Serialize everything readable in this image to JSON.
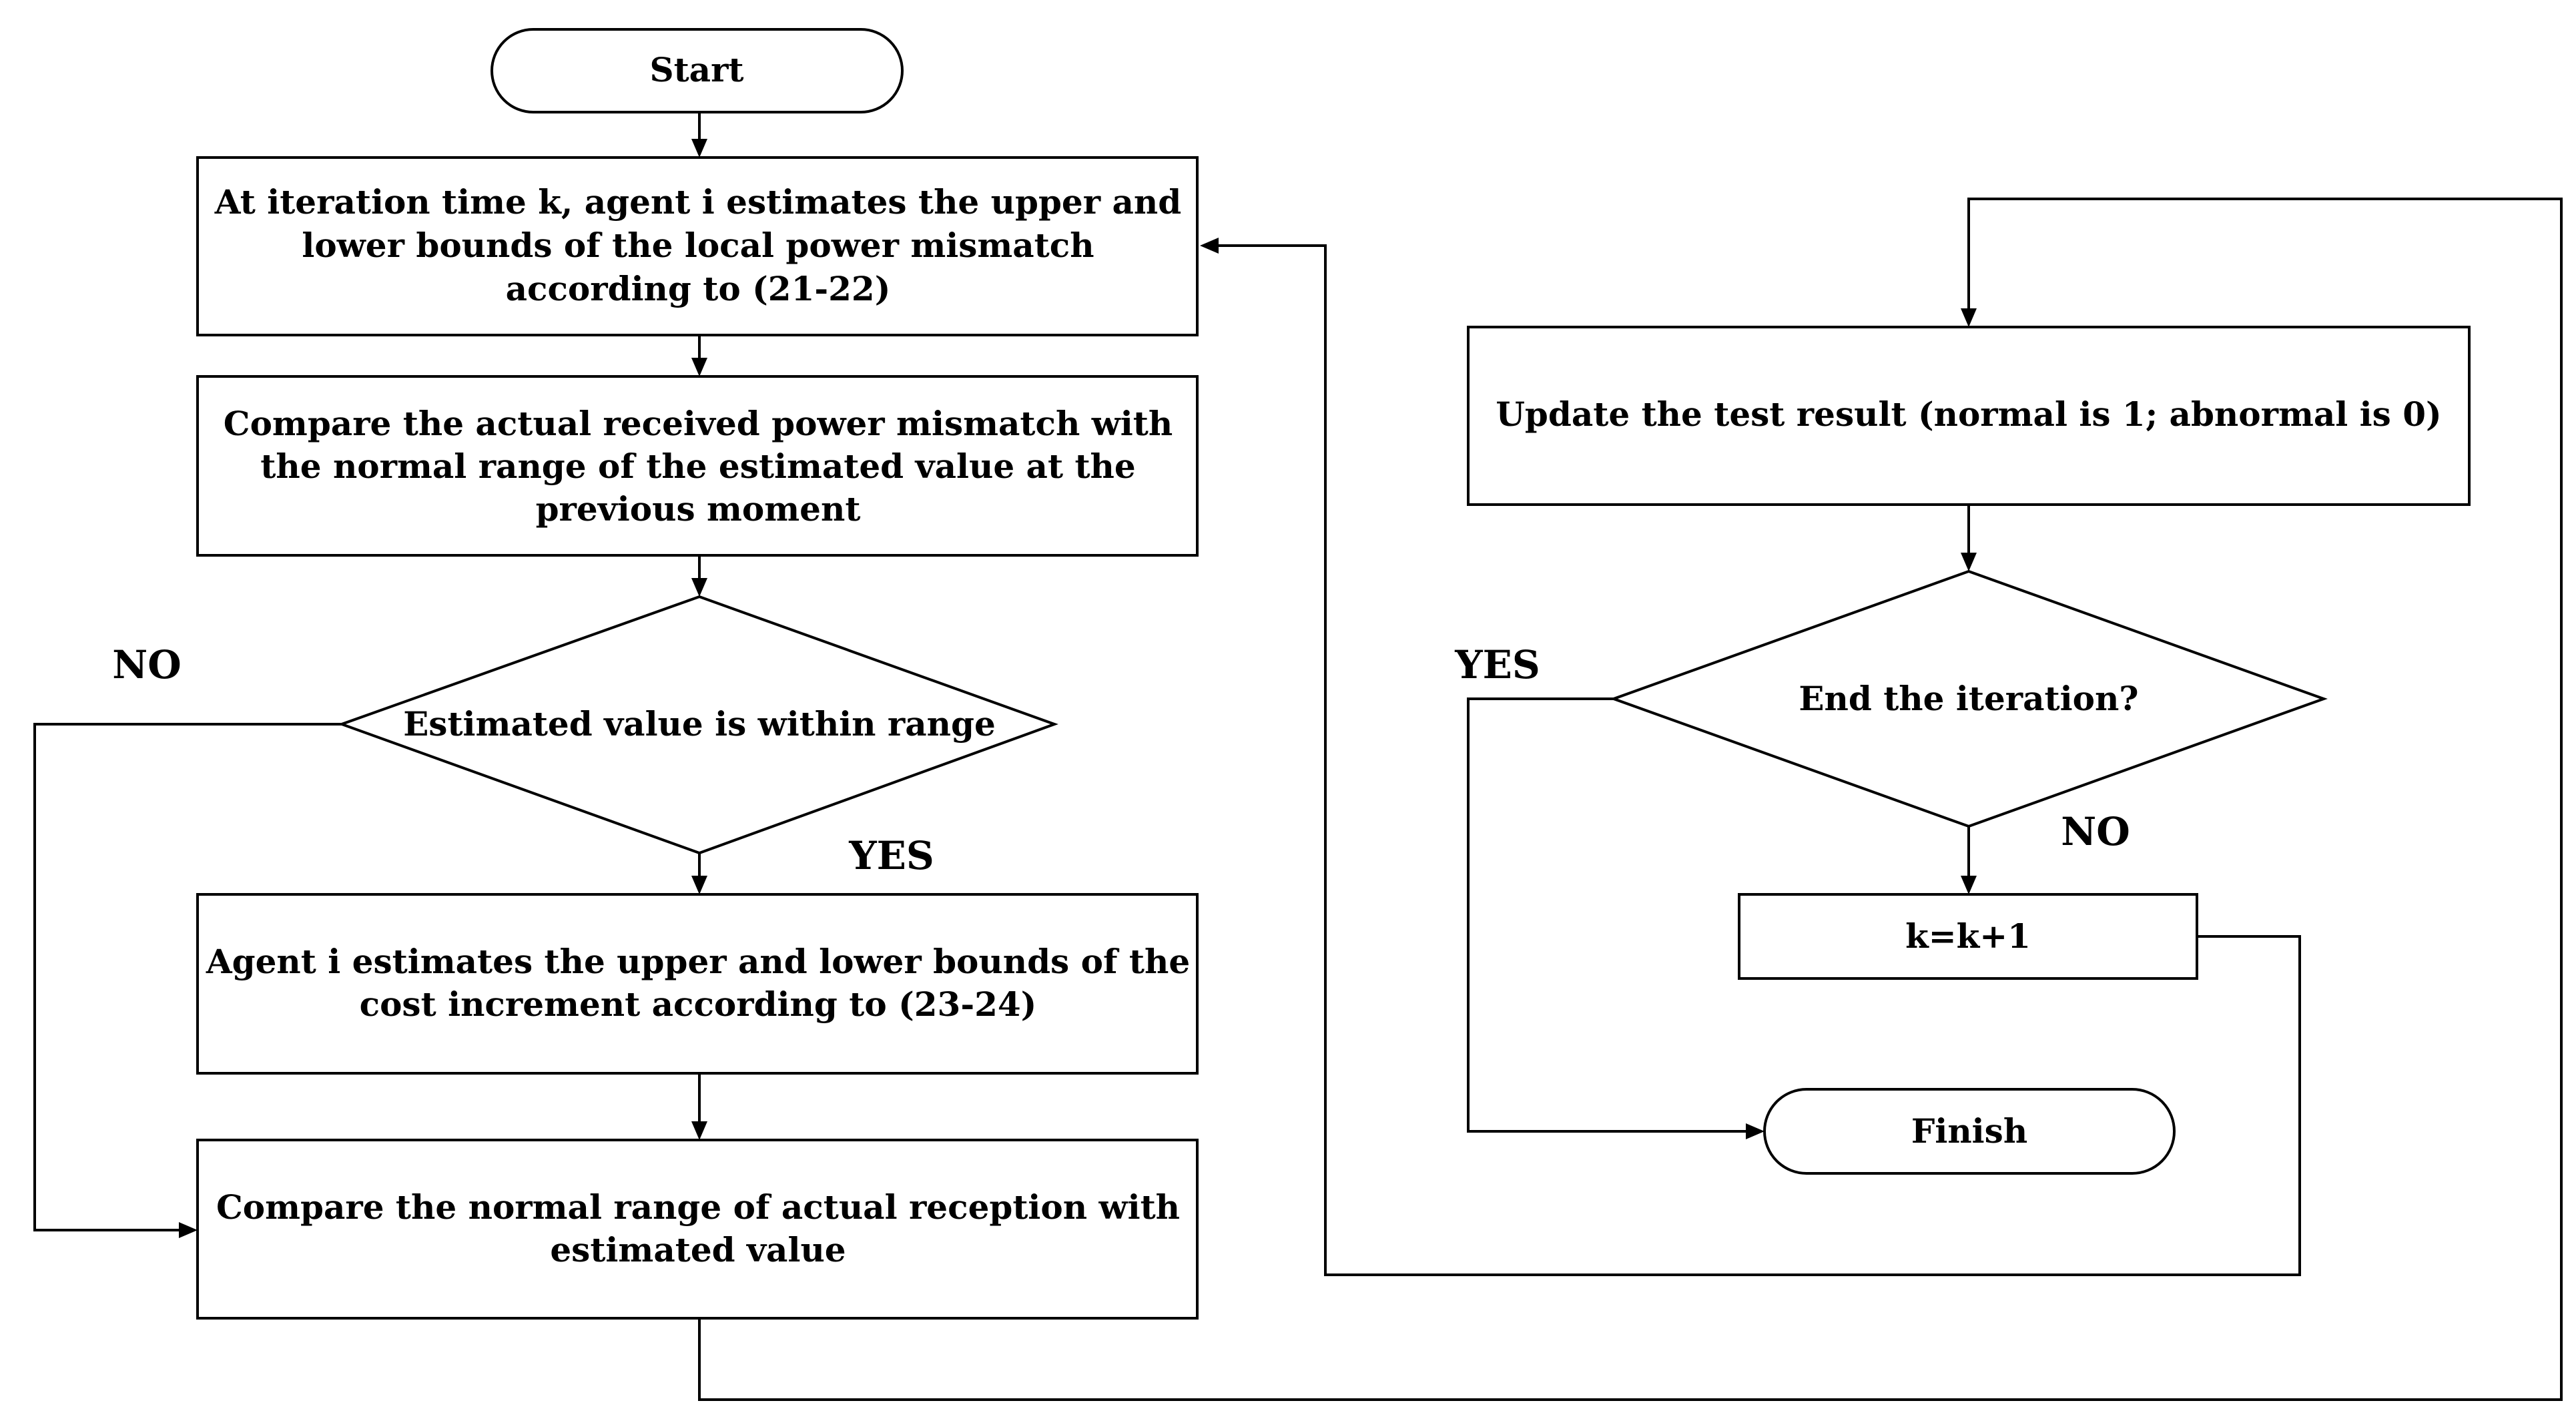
{
  "nodes": {
    "start": {
      "lines": [
        "Start"
      ]
    },
    "estimate_mismatch": {
      "lines": [
        "At iteration time k, agent i estimates the upper and",
        "lower bounds of the local power mismatch",
        "according to (21-22)"
      ]
    },
    "compare_mismatch": {
      "lines": [
        "Compare the actual received power mismatch with",
        "the normal range of the estimated value at the",
        "previous moment"
      ]
    },
    "within_range": {
      "lines": [
        "Estimated value is within range"
      ]
    },
    "estimate_cost": {
      "lines": [
        "Agent i estimates the upper and lower bounds of the",
        "cost increment according to (23-24)"
      ]
    },
    "compare_reception": {
      "lines": [
        "Compare the normal range of actual reception with",
        "estimated value"
      ]
    },
    "update_result": {
      "lines": [
        "Update the test result (normal is 1; abnormal is 0)"
      ]
    },
    "end_iteration": {
      "lines": [
        "End the iteration?"
      ]
    },
    "increment_k": {
      "lines": [
        "k=k+1"
      ]
    },
    "finish": {
      "lines": [
        "Finish"
      ]
    }
  },
  "branch_labels": {
    "range_no": "NO",
    "range_yes": "YES",
    "end_yes": "YES",
    "end_no": "NO"
  }
}
